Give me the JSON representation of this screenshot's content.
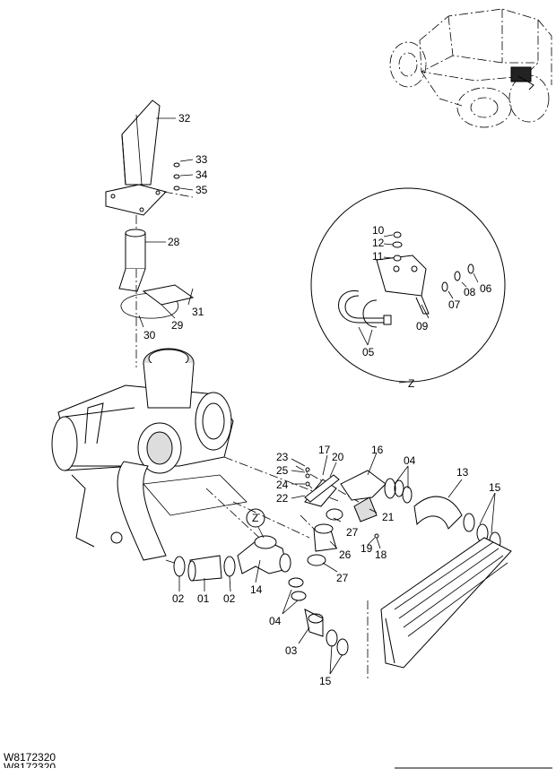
{
  "drawing_code": "W8172320",
  "detail_marker": "Z",
  "detail_label": "Z",
  "part_labels": {
    "p32": "32",
    "p33": "33",
    "p34": "34",
    "p35": "35",
    "p28": "28",
    "p29": "29",
    "p30": "30",
    "p31": "31",
    "p10": "10",
    "p12": "12",
    "p11": "11",
    "p08": "08",
    "p07": "07",
    "p06": "06",
    "p09": "09",
    "p05": "05",
    "p16": "16",
    "p17": "17",
    "p20": "20",
    "p23": "23",
    "p25": "25",
    "p24": "24",
    "p22": "22",
    "p04a": "04",
    "p13": "13",
    "p15a": "15",
    "p21": "21",
    "p27a": "27",
    "p19": "19",
    "p18": "18",
    "p26": "26",
    "p27b": "27",
    "p02a": "02",
    "p01": "01",
    "p02b": "02",
    "p14": "14",
    "p04b": "04",
    "p03": "03",
    "p15b": "15"
  }
}
